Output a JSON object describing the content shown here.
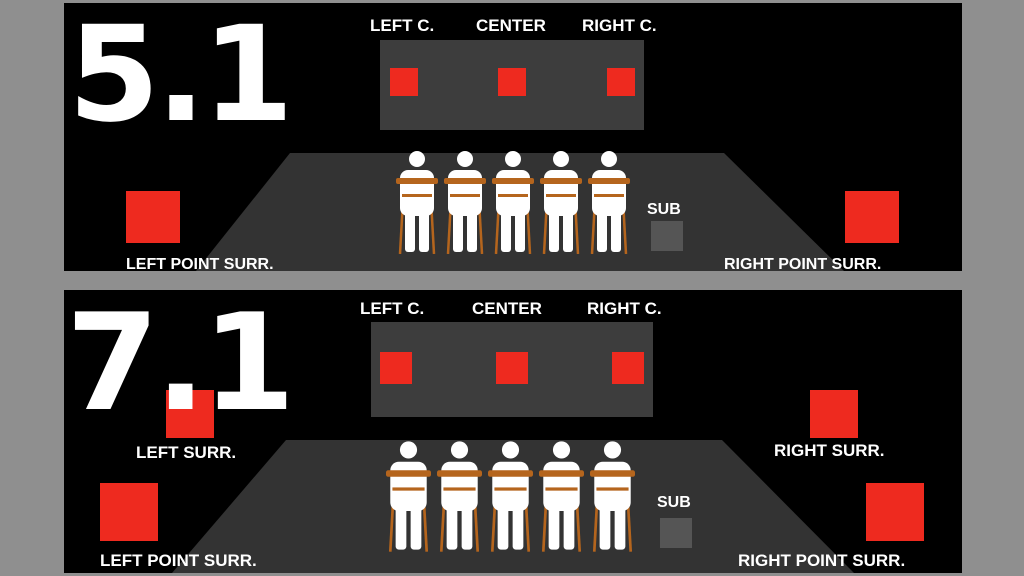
{
  "diagrams": [
    {
      "title": "5.1",
      "labels": {
        "left_center": "LEFT C.",
        "center": "CENTER",
        "right_center": "RIGHT C.",
        "sub": "SUB",
        "left_point_surr": "LEFT POINT SURR.",
        "right_point_surr": "RIGHT POINT SURR."
      },
      "seats": 5
    },
    {
      "title": "7.1",
      "labels": {
        "left_center": "LEFT C.",
        "center": "CENTER",
        "right_center": "RIGHT C.",
        "sub": "SUB",
        "left_surr": "LEFT SURR.",
        "right_surr": "RIGHT SURR.",
        "left_point_surr": "LEFT POINT SURR.",
        "right_point_surr": "RIGHT POINT SURR."
      },
      "seats": 5
    }
  ],
  "colors": {
    "speaker": "#ee2a1f",
    "subwoofer": "#555555",
    "screen": "#3d3d3d",
    "floor": "#333333",
    "chair": "#b5651d",
    "person": "#ffffff"
  }
}
